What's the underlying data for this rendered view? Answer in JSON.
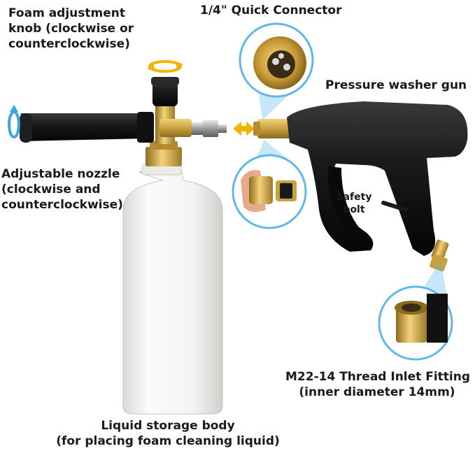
{
  "labels": {
    "foam_knob": [
      "Foam adjustment",
      "knob (clockwise or",
      "counterclockwise)"
    ],
    "quick_connector": "1/4\" Quick Connector",
    "pressure_gun": "Pressure washer gun",
    "nozzle": [
      "Adjustable nozzle",
      "(clockwise and",
      "counterclockwise)"
    ],
    "safety_bolt": [
      "Safety",
      "bolt"
    ],
    "inlet_fitting": [
      "M22-14 Thread Inlet Fitting",
      "(inner diameter 14mm)"
    ],
    "liquid_body": [
      "Liquid storage body",
      "(for placing foam cleaning liquid)"
    ]
  },
  "icons": [
    "rotate-arrow-icon",
    "double-arrow-icon"
  ],
  "colors": {
    "brass": "#c9a040",
    "bottle": "#f7f7f5",
    "gun": "#1b1b1b",
    "callout": "#5fb8e6",
    "arrow": "#f2b400"
  }
}
